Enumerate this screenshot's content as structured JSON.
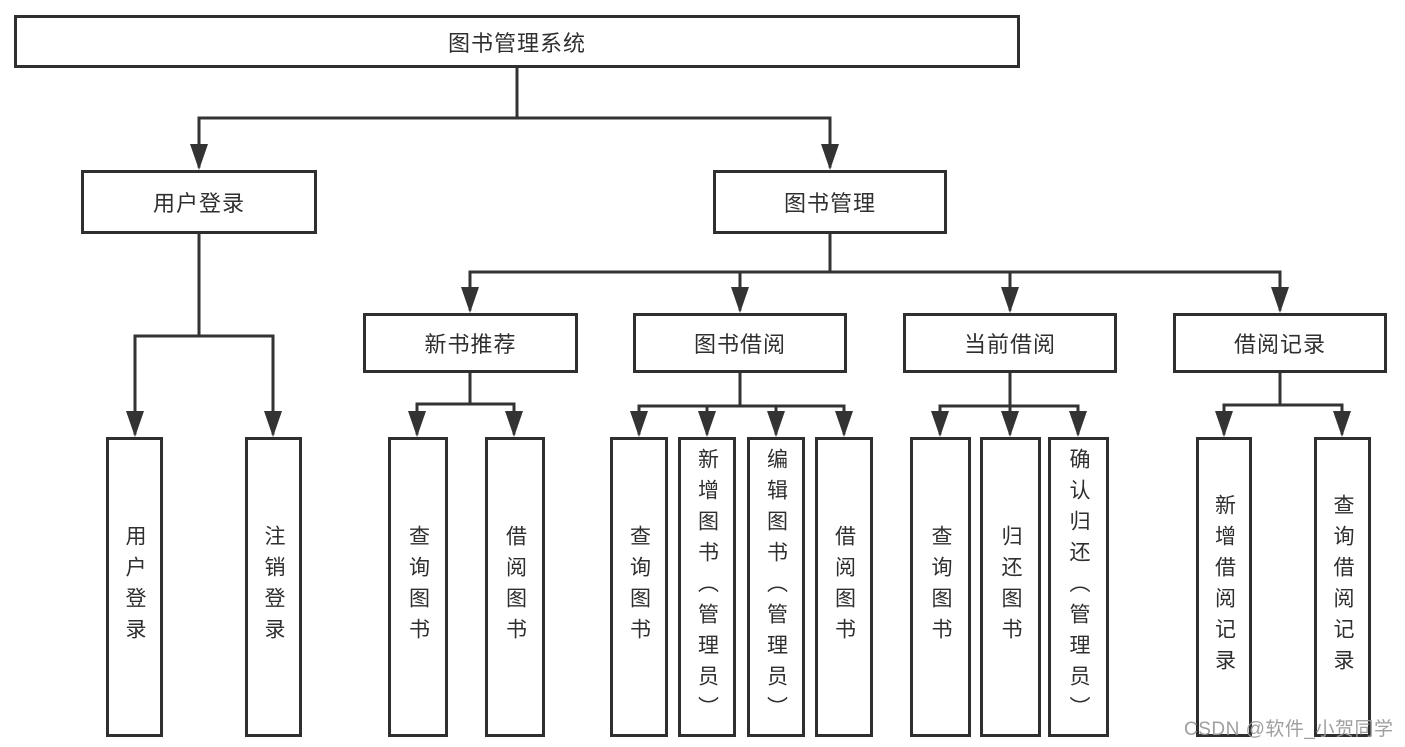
{
  "tree": {
    "label": "图书管理系统",
    "children": [
      {
        "label": "用户登录",
        "children": [
          {
            "label": "用户登录"
          },
          {
            "label": "注销登录"
          }
        ]
      },
      {
        "label": "图书管理",
        "children": [
          {
            "label": "新书推荐",
            "children": [
              {
                "label": "查询图书"
              },
              {
                "label": "借阅图书"
              }
            ]
          },
          {
            "label": "图书借阅",
            "children": [
              {
                "label": "查询图书"
              },
              {
                "label": "新增图书（管理员）"
              },
              {
                "label": "编辑图书（管理员）"
              },
              {
                "label": "借阅图书"
              }
            ]
          },
          {
            "label": "当前借阅",
            "children": [
              {
                "label": "查询图书"
              },
              {
                "label": "归还图书"
              },
              {
                "label": "确认归还（管理员）"
              }
            ]
          },
          {
            "label": "借阅记录",
            "children": [
              {
                "label": "新增借阅记录"
              },
              {
                "label": "查询借阅记录"
              }
            ]
          }
        ]
      }
    ]
  },
  "watermark": "CSDN @软件_小贺同学",
  "colors": {
    "line": "#333333",
    "border": "#2f2f2f",
    "text": "#2f2f2f",
    "watermark": "#9a9a9a"
  }
}
